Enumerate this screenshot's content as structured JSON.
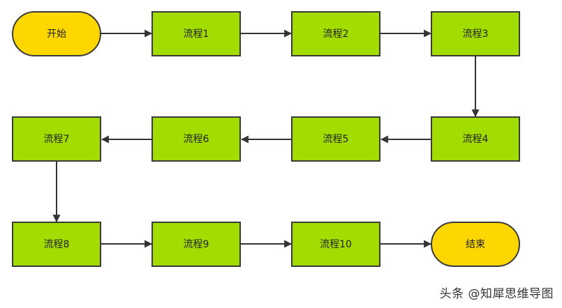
{
  "nodes": {
    "start": "开始",
    "p1": "流程1",
    "p2": "流程2",
    "p3": "流程3",
    "p4": "流程4",
    "p5": "流程5",
    "p6": "流程6",
    "p7": "流程7",
    "p8": "流程8",
    "p9": "流程9",
    "p10": "流程10",
    "end": "结束"
  },
  "watermark": "头条 @知犀思维导图",
  "colors": {
    "terminal_fill": "#ffd700",
    "process_fill": "#a2dc00",
    "stroke": "#3a3a3a",
    "arrow": "#333333"
  }
}
